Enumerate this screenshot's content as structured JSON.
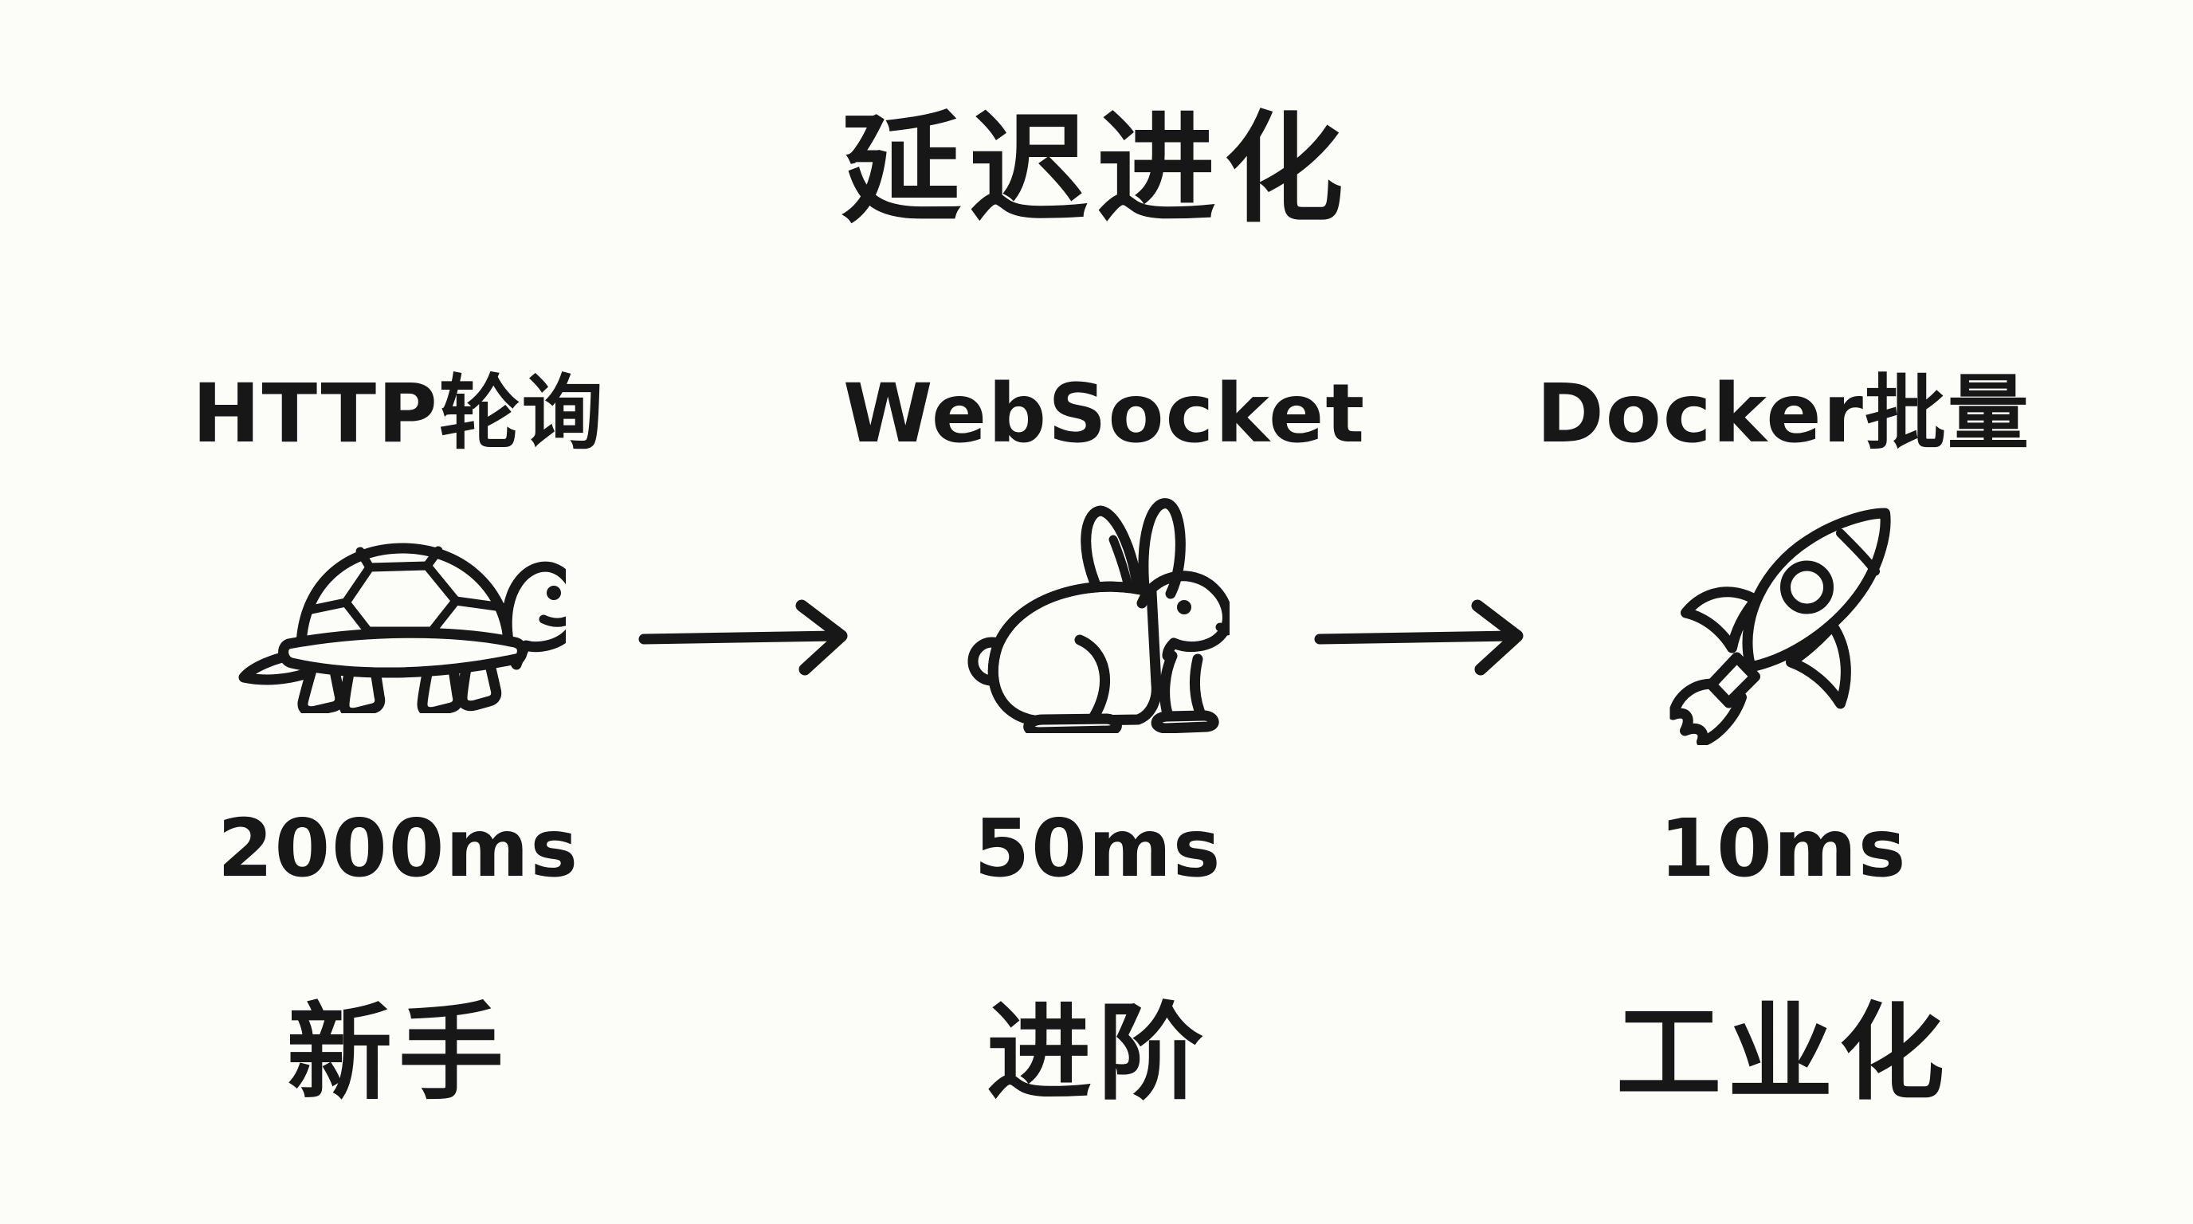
{
  "title": "延迟进化",
  "stages": [
    {
      "label": "HTTP轮询",
      "icon": "turtle-icon",
      "latency": "2000ms",
      "level": "新手"
    },
    {
      "label": "WebSocket",
      "icon": "rabbit-icon",
      "latency": "50ms",
      "level": "进阶"
    },
    {
      "label": "Docker批量",
      "icon": "rocket-icon",
      "latency": "10ms",
      "level": "工业化"
    }
  ],
  "arrows": [
    {
      "icon": "arrow-right-icon"
    },
    {
      "icon": "arrow-right-icon"
    }
  ],
  "colors": {
    "ink": "#171717",
    "background": "#fcfcf9"
  }
}
